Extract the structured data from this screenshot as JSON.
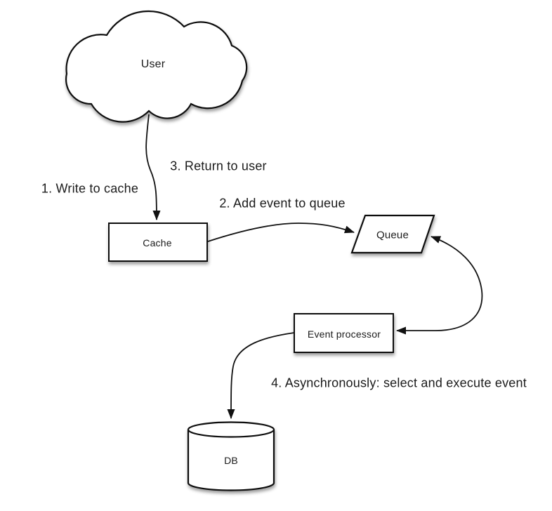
{
  "diagram": {
    "background_color": "#ffffff",
    "line_color": "#111111",
    "text_color": "#1b1b1b",
    "nodes": {
      "user": {
        "label": "User",
        "shape": "cloud"
      },
      "cache": {
        "label": "Cache",
        "shape": "rectangle"
      },
      "queue": {
        "label": "Queue",
        "shape": "parallelogram"
      },
      "event_processor": {
        "label": "Event processor",
        "shape": "rectangle"
      },
      "db": {
        "label": "DB",
        "shape": "cylinder"
      }
    },
    "steps": [
      {
        "label": "1. Write to cache"
      },
      {
        "label": "2. Add event to queue"
      },
      {
        "label": "3. Return to user"
      },
      {
        "label": "4. Asynchronously: select and execute event"
      }
    ],
    "edges": [
      {
        "from": "user",
        "to": "cache",
        "step": "1 / 3"
      },
      {
        "from": "cache",
        "to": "queue",
        "step": "2"
      },
      {
        "from": "queue",
        "to": "event_processor",
        "step": "select",
        "bidirectional": true
      },
      {
        "from": "event_processor",
        "to": "db",
        "step": "4"
      }
    ]
  }
}
